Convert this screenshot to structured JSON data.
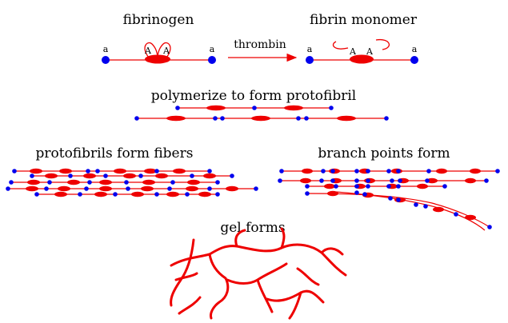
{
  "labels": {
    "fibrinogen": "fibrinogen",
    "fibrin_monomer": "fibrin monomer",
    "thrombin": "thrombin",
    "polymerize": "polymerize to form protofibril",
    "protofibrils_fibers": "protofibrils form fibers",
    "branch_points": "branch points form",
    "gel": "gel forms"
  },
  "site_labels": {
    "a": "a",
    "A": "A"
  },
  "colors": {
    "molecule_red": "#ee0000",
    "terminal_blue": "#0000ee",
    "text": "#000000"
  }
}
